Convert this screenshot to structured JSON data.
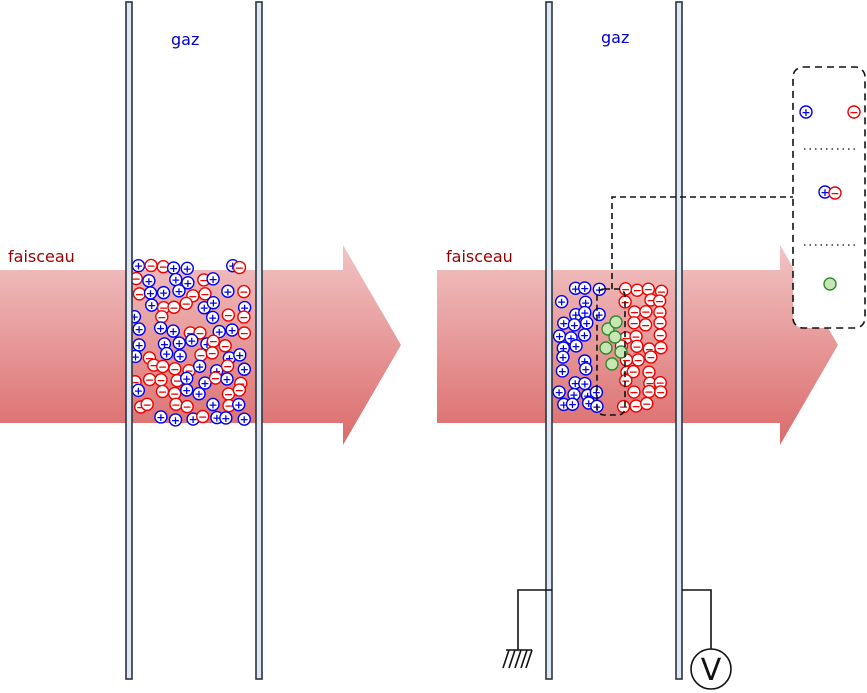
{
  "labels": {
    "left_gas": "gaz",
    "right_gas": "gaz",
    "left_beam": "faisceau",
    "right_beam": "faisceau",
    "voltmeter": "V"
  },
  "ion_symbols": {
    "positive": "+",
    "negative": "−"
  },
  "colors": {
    "label_gas": "#0000cc",
    "label_beam": "#990000",
    "positive_ion": "#0000ee",
    "negative_ion": "#ee0000",
    "neutral_atom": "#2f8a2f",
    "neutral_fill": "#c8e6b4",
    "electrode_fill": "#dfe8f2",
    "electrode_stroke": "#2b3340",
    "beam_top": "#f2c4c4",
    "beam_bottom": "#db6b6b"
  },
  "icons": [
    "ground-icon",
    "voltmeter-icon",
    "positive-ion-icon",
    "negative-ion-icon",
    "neutral-atom-icon"
  ]
}
